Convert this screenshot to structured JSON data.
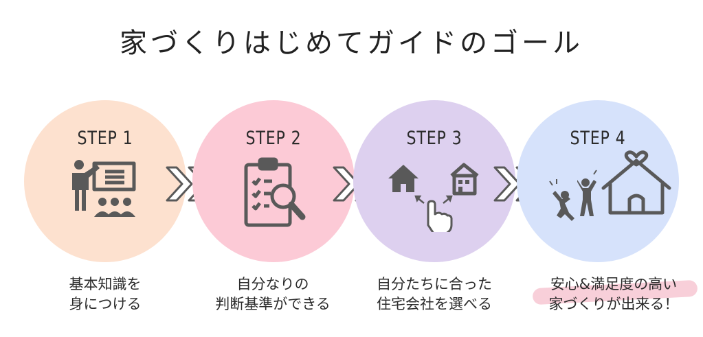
{
  "title": "家づくりはじめてガイドのゴール",
  "colors": {
    "step1": "#fde1cf",
    "step2": "#fccad6",
    "step3": "#ddd0ef",
    "step4": "#d6e2fb",
    "icon": "#595959",
    "highlight": "#f6bfcc"
  },
  "steps": [
    {
      "label": "STEP 1",
      "icon": "teacher-presentation-icon",
      "desc_line1": "基本知識を",
      "desc_line2": "身につける"
    },
    {
      "label": "STEP 2",
      "icon": "clipboard-magnifier-icon",
      "desc_line1": "自分なりの",
      "desc_line2": "判断基準ができる"
    },
    {
      "label": "STEP 3",
      "icon": "choose-house-icon",
      "desc_line1": "自分たちに合った",
      "desc_line2": "住宅会社を選べる"
    },
    {
      "label": "STEP 4",
      "icon": "happy-home-icon",
      "desc_line1": "安心&満足度の高い",
      "desc_line2": "家づくりが出来る！"
    }
  ],
  "connector_icon": "double-chevron-right-icon"
}
